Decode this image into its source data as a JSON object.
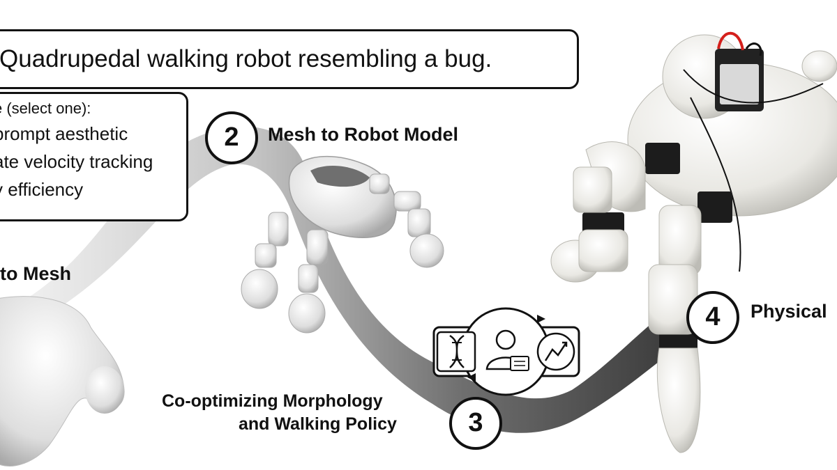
{
  "prompt": {
    "text": "Quadrupedal walking robot resembling a bug."
  },
  "objective": {
    "heading": "e (select one):",
    "options": [
      "prompt aesthetic",
      "ate velocity tracking",
      "y efficiency"
    ]
  },
  "steps": [
    {
      "number": "",
      "label": "to Mesh"
    },
    {
      "number": "2",
      "label": "Mesh to Robot Model"
    },
    {
      "number": "3",
      "label_line1": "Co-optimizing Morphology",
      "label_line2": "and Walking Policy"
    },
    {
      "number": "4",
      "label": "Physical"
    }
  ],
  "icons": [
    "dna-icon",
    "user-with-document-icon",
    "trend-chart-icon",
    "cycle-arrows-icon"
  ],
  "colors": {
    "path_gradient_start": "#e8e8e8",
    "path_gradient_end": "#1a1a1a",
    "robot_body": "#f0efea",
    "robot_shadow": "#c9c8c2",
    "servo": "#1c1c1c",
    "wire_red": "#d4201c"
  }
}
